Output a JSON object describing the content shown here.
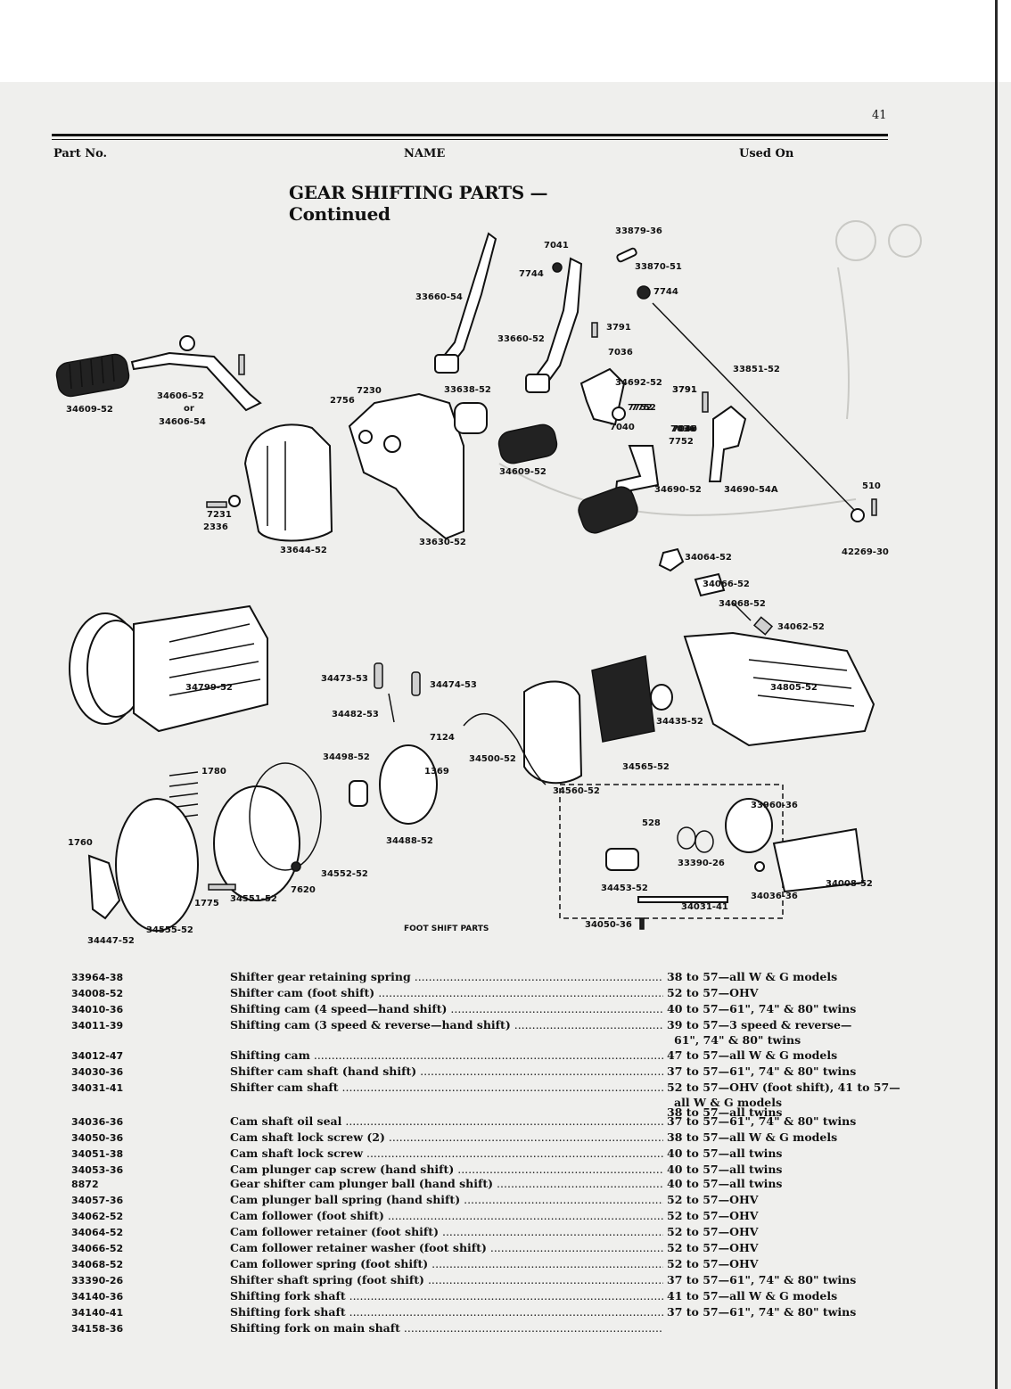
{
  "page_number": "41",
  "header": {
    "part_no": "Part No.",
    "name": "NAME",
    "used_on": "Used On"
  },
  "title": "GEAR SHIFTING PARTS — Continued",
  "diagram": {
    "caption": "FOOT SHIFT PARTS",
    "labels": [
      "33879-36",
      "7041",
      "7744",
      "33870-51",
      "7744",
      "33660-54",
      "33660-52",
      "3791",
      "7036",
      "7040",
      "7752",
      "3791",
      "7036",
      "34606-52",
      "or",
      "34606-54",
      "34609-52",
      "2756",
      "7230",
      "33638-52",
      "34692-52",
      "7752",
      "7040",
      "33851-52",
      "3791",
      "7036",
      "7752",
      "34609-52",
      "34690-52",
      "34690-54A",
      "510",
      "42269-30",
      "7231",
      "2336",
      "33644-52",
      "33630-52",
      "34064-52",
      "34066-52",
      "34068-52",
      "34062-52",
      "34799-52",
      "34473-53",
      "34474-53",
      "34482-53",
      "34805-52",
      "34435-52",
      "7124",
      "34500-52",
      "34498-52",
      "1780",
      "1369",
      "34565-52",
      "34560-52",
      "33960-36",
      "528",
      "1760",
      "34488-52",
      "33390-26",
      "34552-52",
      "34453-52",
      "34008-52",
      "34036-36",
      "7620",
      "1775",
      "34551-52",
      "34031-41",
      "34447-52",
      "34555-52",
      "34050-36"
    ]
  },
  "parts": [
    {
      "part_no": "33964-38",
      "name": "Shifter gear retaining spring",
      "used_on": "38 to 57—all W & G models"
    },
    {
      "part_no": "34008-52",
      "name": "Shifter cam (foot shift)",
      "used_on": "52 to 57—OHV"
    },
    {
      "part_no": "34010-36",
      "name": "Shifting cam (4 speed—hand shift)",
      "used_on": "40 to 57—61\", 74\" & 80\" twins"
    },
    {
      "part_no": "34011-39",
      "name": "Shifting cam (3 speed & reverse—hand shift)",
      "used_on": "39 to 57—3 speed & reverse—",
      "used_on_cont": "61\", 74\" & 80\" twins"
    },
    {
      "part_no": "34012-47",
      "name": "Shifting cam",
      "used_on": "47 to 57—all W & G models"
    },
    {
      "part_no": "34030-36",
      "name": "Shifter cam shaft (hand shift)",
      "used_on": "37 to 57—61\", 74\" & 80\" twins"
    },
    {
      "part_no": "34031-41",
      "name": "Shifter cam shaft",
      "used_on": "52 to 57—OHV (foot shift), 41 to 57—",
      "used_on_cont": "all W & G models"
    },
    {
      "part_no": "",
      "name": "",
      "used_on": "38 to 57—all twins"
    },
    {
      "part_no": "34036-36",
      "name": "Cam shaft oil seal",
      "used_on": "37 to 57—61\", 74\" & 80\" twins"
    },
    {
      "part_no": "34050-36",
      "name": "Cam shaft lock screw (2)",
      "used_on": "38 to 57—all W & G models"
    },
    {
      "part_no": "34051-38",
      "name": "Cam shaft lock screw",
      "used_on": "40 to 57—all twins"
    },
    {
      "part_no": "34053-36",
      "name": "Cam plunger cap screw (hand shift)",
      "used_on": "40 to 57—all twins"
    },
    {
      "part_no": "8872",
      "name": "Gear shifter cam plunger ball (hand shift)",
      "used_on": "40 to 57—all twins"
    },
    {
      "part_no": "34057-36",
      "name": "Cam plunger ball spring (hand shift)",
      "used_on": "52 to 57—OHV"
    },
    {
      "part_no": "34062-52",
      "name": "Cam follower (foot shift)",
      "used_on": "52 to 57—OHV"
    },
    {
      "part_no": "34064-52",
      "name": "Cam follower retainer (foot shift)",
      "used_on": "52 to 57—OHV"
    },
    {
      "part_no": "34066-52",
      "name": "Cam follower retainer washer (foot shift)",
      "used_on": "52 to 57—OHV"
    },
    {
      "part_no": "34068-52",
      "name": "Cam follower spring (foot shift)",
      "used_on": "52 to 57—OHV"
    },
    {
      "part_no": "33390-26",
      "name": "Shifter shaft spring (foot shift)",
      "used_on": "37 to 57—61\", 74\" & 80\" twins"
    },
    {
      "part_no": "34140-36",
      "name": "Shifting fork shaft",
      "used_on": "41 to 57—all W & G models"
    },
    {
      "part_no": "34140-41",
      "name": "Shifting fork shaft",
      "used_on": "37 to 57—61\", 74\" & 80\" twins"
    },
    {
      "part_no": "34158-36",
      "name": "Shifting fork on main shaft",
      "used_on": ""
    }
  ]
}
